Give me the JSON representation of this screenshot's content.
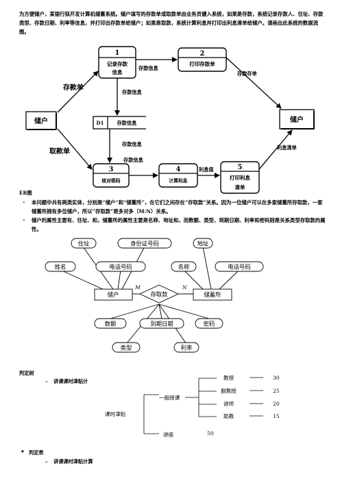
{
  "intro": "为方便储户，某银行拟开发计算机储蓄系统。储户填写的存款单或取款单由业务员键入系统，如果是存款，系统记录存款人、住址、存款类型、存款日期、利率等信息，并打印出存款单给储户；如果是取款，系统计算利息并打印出利息清单给储户。请画出此系统的数据流图。",
  "dfd": {
    "p1": {
      "num": "1",
      "line1": "记录存款",
      "line2": "信息"
    },
    "p2": {
      "num": "2",
      "label": "打印存款单"
    },
    "p3": {
      "num": "3",
      "label": "核对密码"
    },
    "p4": {
      "num": "4",
      "label": "计算利息"
    },
    "p5": {
      "num": "5",
      "line1": "打印利息",
      "line2": "清单"
    },
    "store": {
      "id": "D1",
      "label": "存款信息"
    },
    "ext_left": "储户",
    "ext_right": "储户",
    "flow_deposit_slip": "存款单",
    "flow_withdraw_slip": "取款单",
    "flow_p1_p2": "存款信息",
    "flow_p1_store": "存款信息",
    "flow_store_p3": "存款信息",
    "flow_p3_p4": "存款信息",
    "flow_p2_out": "存款存单",
    "flow_p4_p5": "利息值",
    "flow_p5_out": "利息清单"
  },
  "er": {
    "heading": "ER图",
    "bullet_mark": "–",
    "para1": "本问题中共有两类实体，分别是“储户”和“储蓄所”，在它们之间存在“存取款”关系。因为一位储户可以在多家储蓄所存取款，一家储蓄所拥有多位储户，所以“存取款”是多对多（M:N）关系。",
    "para2": "储户的属性主要有、住址、和，储蓄所的属性主要是名称、地址和，而数额、类型、到期日期、利率和密码则是关系类型存取款的属性。",
    "entity_depositor": "储户",
    "entity_branch": "储蓄所",
    "relationship": "存取款",
    "card_m": "M",
    "card_n": "N",
    "attr_address1": "住址",
    "attr_id": "身份证号码",
    "attr_name": "姓名",
    "attr_phone1": "电话号码",
    "attr_address2": "地址",
    "attr_title": "名称",
    "attr_phone2": "电话号码",
    "attr_amount": "数额",
    "attr_due": "到期日期",
    "attr_password": "密码",
    "attr_type": "类型",
    "attr_rate": "利率"
  },
  "tree": {
    "heading": "判定树",
    "bullet_mark": "–",
    "subtitle": "讲课课时津贴计",
    "root": "课时津贴",
    "branch_general": "一般授课",
    "branch_lecture": "讲座",
    "lecture_value": "50",
    "leaves": [
      {
        "label": "教授",
        "value": "30"
      },
      {
        "label": "副教授",
        "value": "25"
      },
      {
        "label": "讲师",
        "value": "20"
      },
      {
        "label": "助教",
        "value": "15"
      }
    ]
  },
  "table_section": {
    "bullet": "•",
    "heading": "判定表",
    "bullet_mark": "–",
    "subtitle": "讲课课时津贴计算"
  }
}
